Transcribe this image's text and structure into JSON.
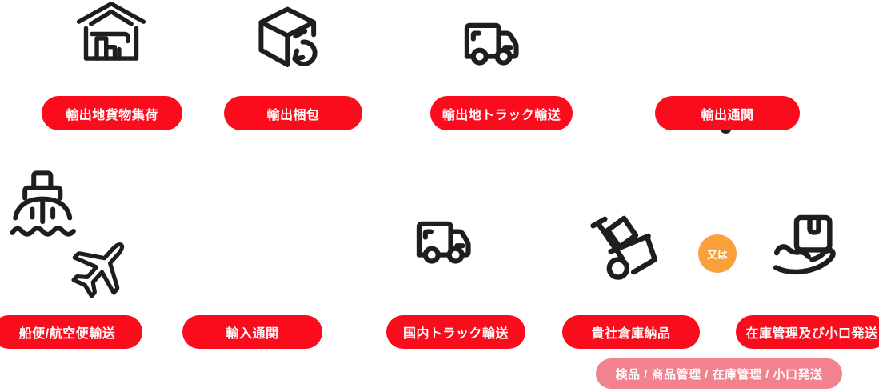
{
  "colors": {
    "pill_red": "#fb0c1c",
    "pill_pink": "#f2828d",
    "or_orange": "#f9a138",
    "icon_dark": "#1e1e1e",
    "text_white": "#ffffff"
  },
  "row1": [
    {
      "label": "輸出地貨物集荷",
      "icon": "warehouse-icon"
    },
    {
      "label": "輸出梱包",
      "icon": "package-icon"
    },
    {
      "label": "輸出地トラック輸送",
      "icon": "truck-icon"
    },
    {
      "label": "輸出通関",
      "icon": null
    }
  ],
  "row2": [
    {
      "label": "船便/航空便輸送",
      "icon": "ship-airplane-icon"
    },
    {
      "label": "輸入通関",
      "icon": null
    },
    {
      "label": "国内トラック輸送",
      "icon": "truck-icon"
    },
    {
      "label": "貴社倉庫納品",
      "icon": "handtruck-icon"
    },
    {
      "label": "在庫管理及び小口発送",
      "icon": "hand-box-icon"
    }
  ],
  "or_badge": {
    "label": "又は"
  },
  "sub_pill": {
    "label": "検品 / 商品管理 / 在庫管理 / 小口発送"
  }
}
